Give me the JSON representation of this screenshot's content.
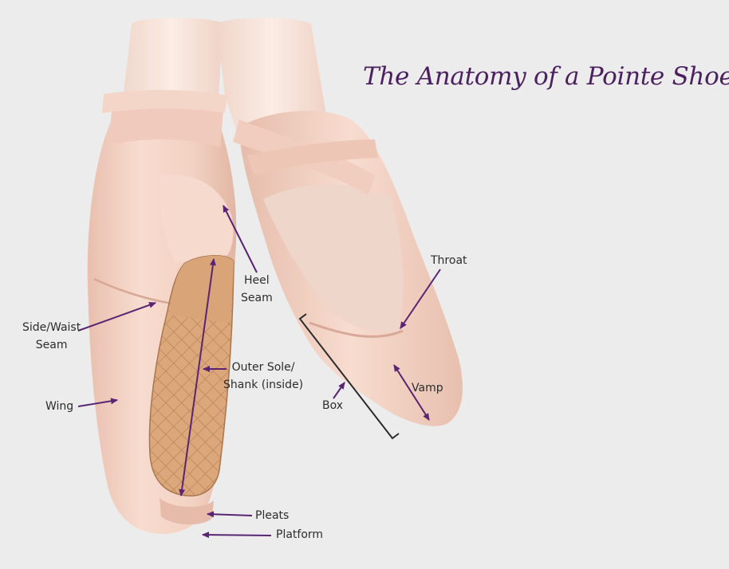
{
  "title": "The Anatomy of a Pointe Shoe",
  "colors": {
    "background": "#ececec",
    "title": "#4b1f60",
    "arrow": "#5a2473",
    "satin": "#f2cfc0",
    "sole_leather": "#d9a478",
    "ribbon": "#eec9bb"
  },
  "labels": {
    "heel_seam": [
      "Heel",
      "Seam"
    ],
    "throat": "Throat",
    "side_waist_seam": [
      "Side/Waist",
      "Seam"
    ],
    "outer_sole": [
      "Outer Sole/",
      "Shank (inside)"
    ],
    "vamp": "Vamp",
    "box": "Box",
    "wing": "Wing",
    "pleats": "Pleats",
    "platform": "Platform"
  }
}
